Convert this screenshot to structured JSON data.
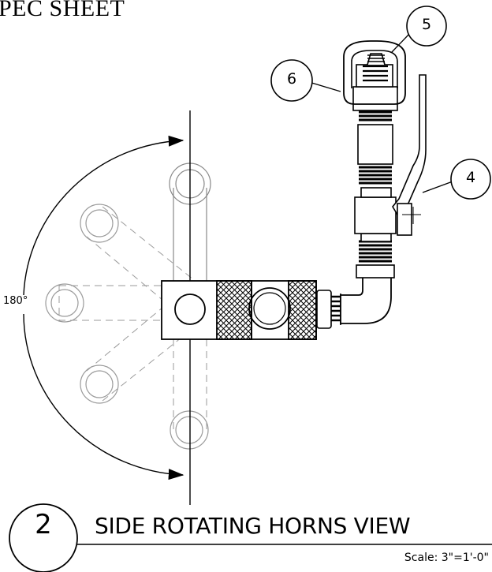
{
  "sheet": {
    "header_title": "PEC SHEET"
  },
  "view": {
    "number": "2",
    "title": "SIDE ROTATING HORNS VIEW",
    "scale": "Scale: 3\"=1'-0\""
  },
  "dimension": {
    "angle_label": "180°"
  },
  "callouts": [
    {
      "id": "callout-4",
      "label": "4"
    },
    {
      "id": "callout-5",
      "label": "5"
    },
    {
      "id": "callout-6",
      "label": "6"
    }
  ],
  "colors": {
    "line": "#000000",
    "ghost": "#9a9a9a",
    "background": "#ffffff"
  }
}
